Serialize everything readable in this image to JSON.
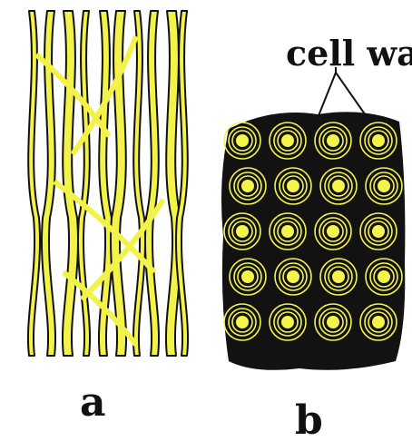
{
  "figure": {
    "panel_a": {
      "label": "a"
    },
    "panel_b": {
      "label": "b"
    },
    "callout": {
      "text": "cell wa"
    }
  },
  "colors": {
    "fiber_fill": "#f2f248",
    "fiber_outline": "#111111",
    "cell_lumen": "#f4f44a",
    "background": "#ffffff"
  }
}
